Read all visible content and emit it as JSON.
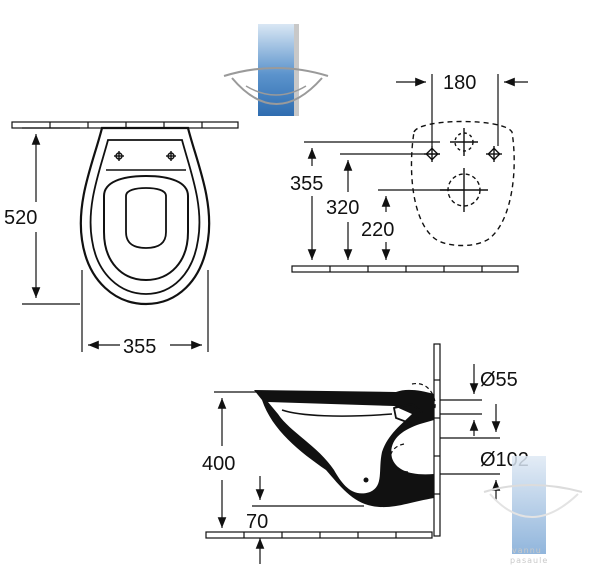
{
  "dimensions": {
    "top_view": {
      "height": "520",
      "width": "355"
    },
    "mounting_plate": {
      "hole_spacing": "180",
      "h1": "355",
      "h2": "320",
      "h3": "220"
    },
    "side_view": {
      "height": "400",
      "floor_offset": "70",
      "pipe_small": "Ø55",
      "pipe_large": "Ø102"
    }
  },
  "watermark": {
    "line1": "vannu",
    "line2": "pasaule"
  },
  "colors": {
    "ink": "#111111",
    "accent_blue": "#3d7fc3",
    "guide_gray": "#9a9a9a"
  }
}
